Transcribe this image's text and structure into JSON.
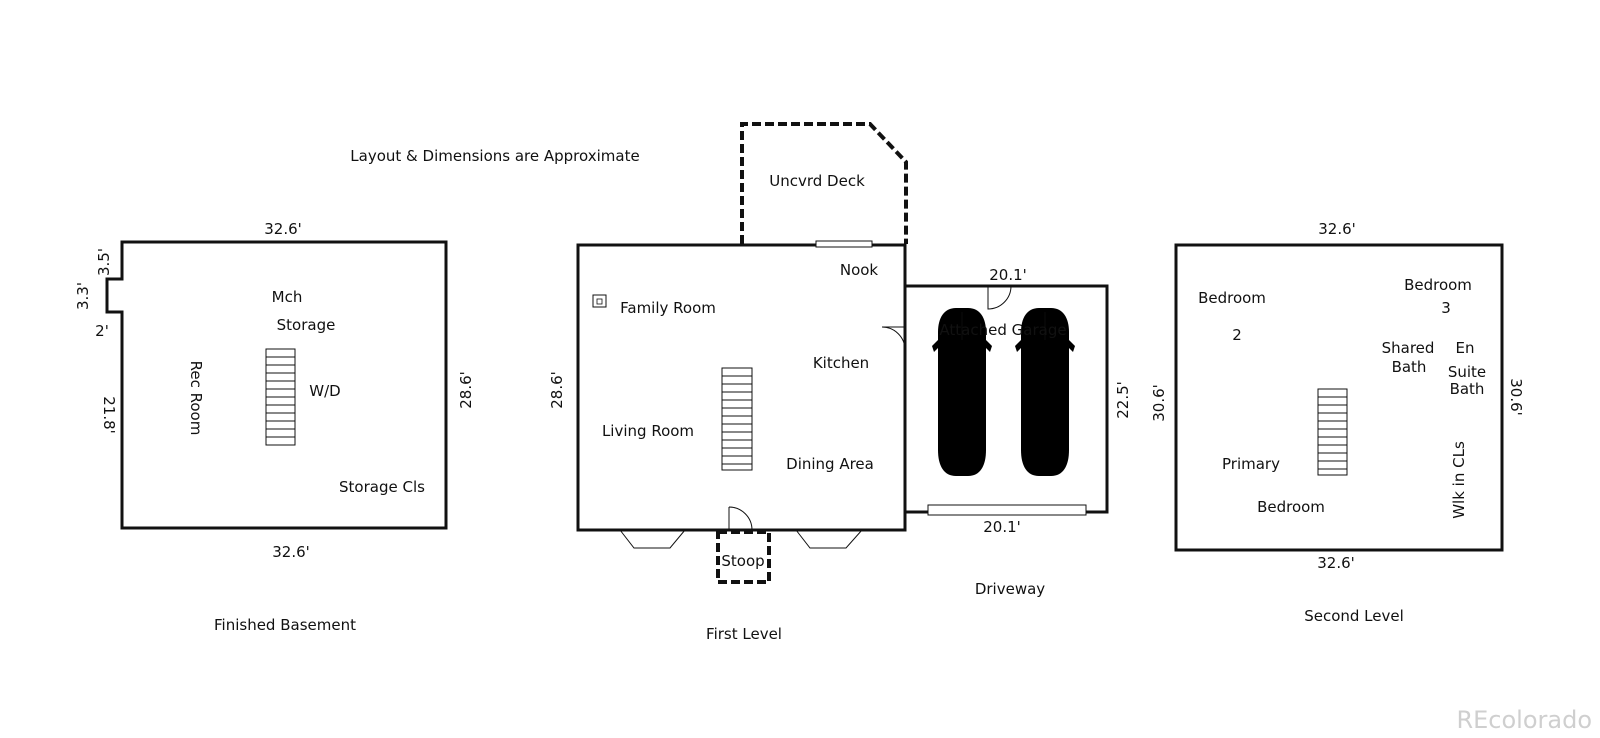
{
  "note": "Layout & Dimensions are Approximate",
  "watermark": "REcolorado",
  "basement": {
    "title": "Finished Basement",
    "dim_top": "32.6'",
    "dim_bottom": "32.6'",
    "dim_right": "28.6'",
    "dim_left_a": "3.5'",
    "dim_left_b": "3.3'",
    "dim_left_c": "2'",
    "dim_left_d": "21.8'",
    "rooms": {
      "mch": "Mch",
      "storage": "Storage",
      "wd": "W/D",
      "rec_room": "Rec Room",
      "storage_cls": "Storage Cls"
    }
  },
  "first_level": {
    "title": "First Level",
    "dim_left": "28.6'",
    "rooms": {
      "deck": "Uncvrd Deck",
      "nook": "Nook",
      "family_room": "Family Room",
      "kitchen": "Kitchen",
      "living_room": "Living Room",
      "dining_area": "Dining Area",
      "stoop": "Stoop"
    }
  },
  "garage": {
    "label": "Attached Garage",
    "dim_top": "20.1'",
    "dim_bottom": "20.1'",
    "dim_right": "22.5'",
    "driveway": "Driveway"
  },
  "second_level": {
    "title": "Second Level",
    "dim_top": "32.6'",
    "dim_bottom": "32.6'",
    "dim_left": "30.6'",
    "dim_right": "30.6'",
    "rooms": {
      "bedroom2_a": "Bedroom",
      "bedroom2_b": "2",
      "bedroom3_a": "Bedroom",
      "bedroom3_b": "3",
      "shared_bath_a": "Shared",
      "shared_bath_b": "Bath",
      "en_suite_a": "En",
      "en_suite_b": "Suite",
      "en_suite_c": "Bath",
      "primary_a": "Primary",
      "primary_b": "Bedroom",
      "walk_in": "Wlk in CLs"
    }
  }
}
